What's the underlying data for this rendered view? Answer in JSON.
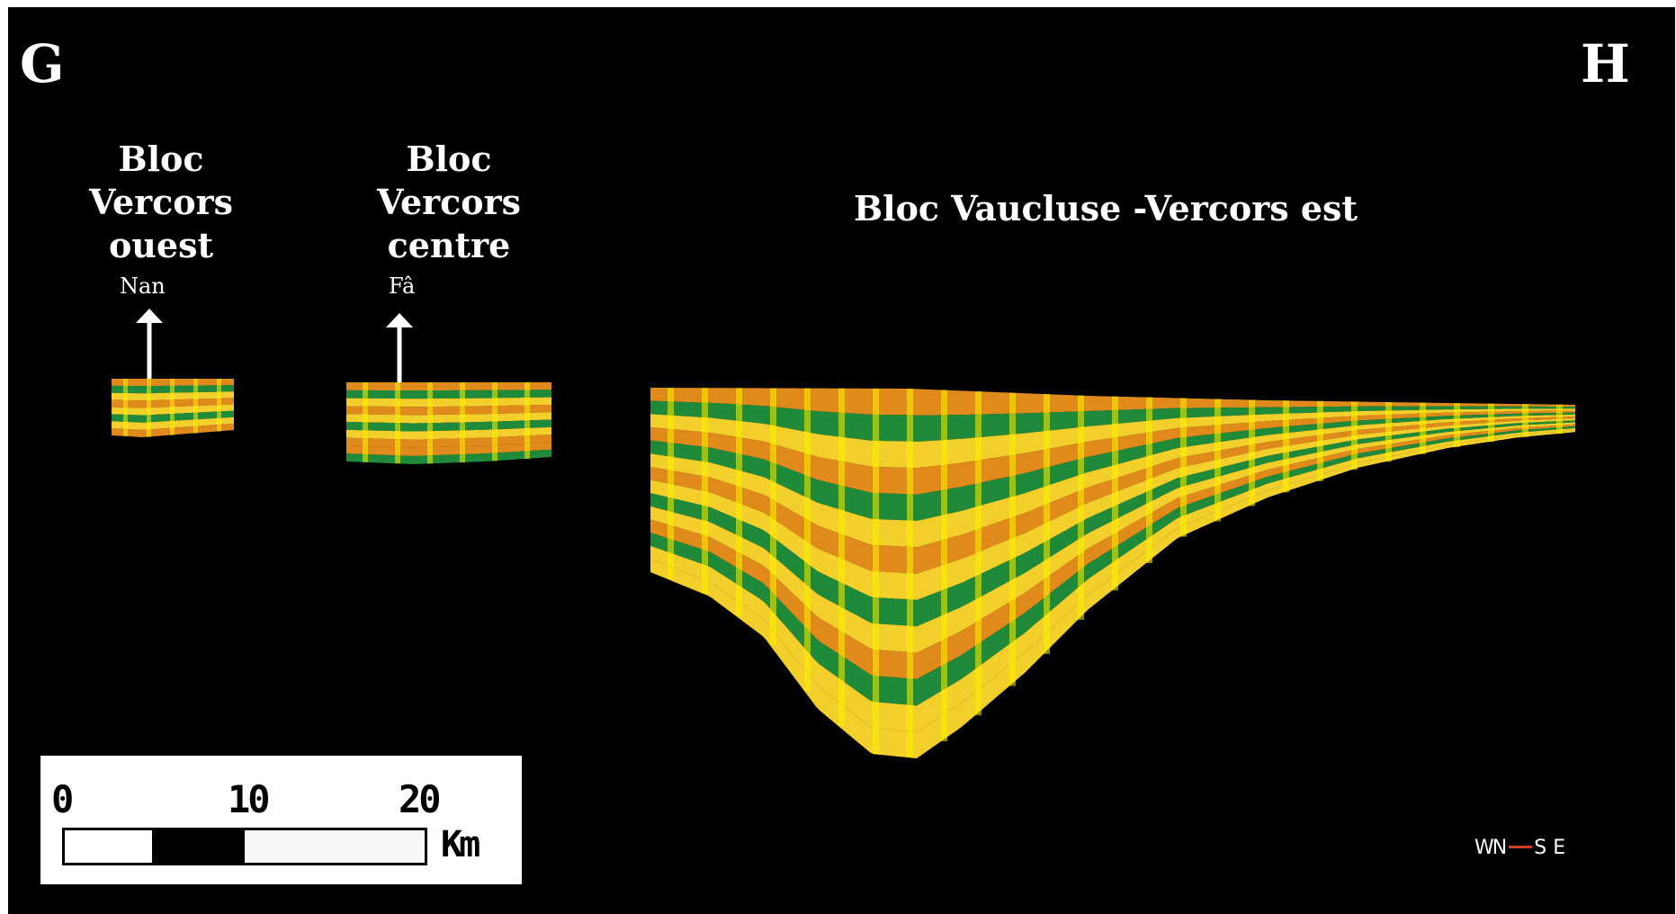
{
  "labels": {
    "corner_left": "G",
    "corner_right": "H",
    "block_west": "Bloc\nVercors\nouest",
    "block_center": "Bloc\nVercors\ncentre",
    "block_east": "Bloc Vaucluse -Vercors est",
    "loc_west": "Nan",
    "loc_center": "Fâ"
  },
  "scale": {
    "ticks": [
      "0",
      "10",
      "20"
    ],
    "unit": "Km"
  },
  "compass": {
    "letters": [
      "W",
      "N",
      "S",
      "E"
    ]
  },
  "colors": {
    "background": "#000000",
    "layer_orange": "#e08a1c",
    "layer_green": "#1f8a3a",
    "layer_yellow": "#f2cf2a",
    "highlight": "#fff200",
    "text": "#ffffff"
  }
}
